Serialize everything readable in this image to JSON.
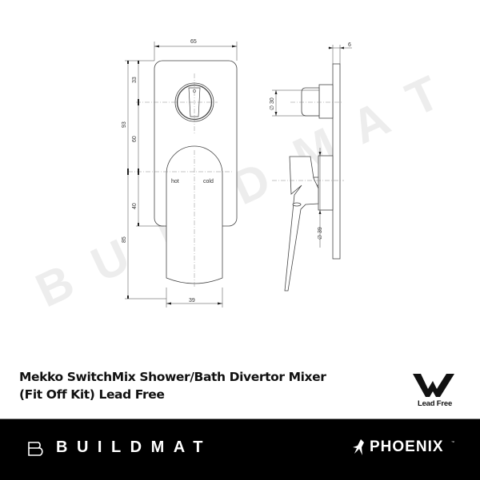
{
  "watermark": {
    "letters": [
      "B",
      "U",
      "I",
      "L",
      "D",
      "M",
      "A",
      "T"
    ]
  },
  "drawing": {
    "front_view": {
      "width_top": "65",
      "height_upper": "33",
      "height_total": "93",
      "height_mid": "60",
      "height_lower": "40",
      "lever_height": "85",
      "lever_width": "39",
      "label_hot": "hot",
      "label_cold": "cold"
    },
    "side_view": {
      "plate_thickness": "6",
      "diverter_diameter": "∅ 30",
      "mixer_diameter": "∅ 39"
    }
  },
  "product": {
    "title_line1": "Mekko SwitchMix Shower/Bath Divertor Mixer",
    "title_line2": "(Fit Off Kit) Lead Free"
  },
  "badge": {
    "icon": "wels-w-icon",
    "label": "Lead Free"
  },
  "footer": {
    "brand_left": "BUILDMAT",
    "brand_right": "PHOENIX",
    "trademark": "™",
    "background": "#000000"
  }
}
